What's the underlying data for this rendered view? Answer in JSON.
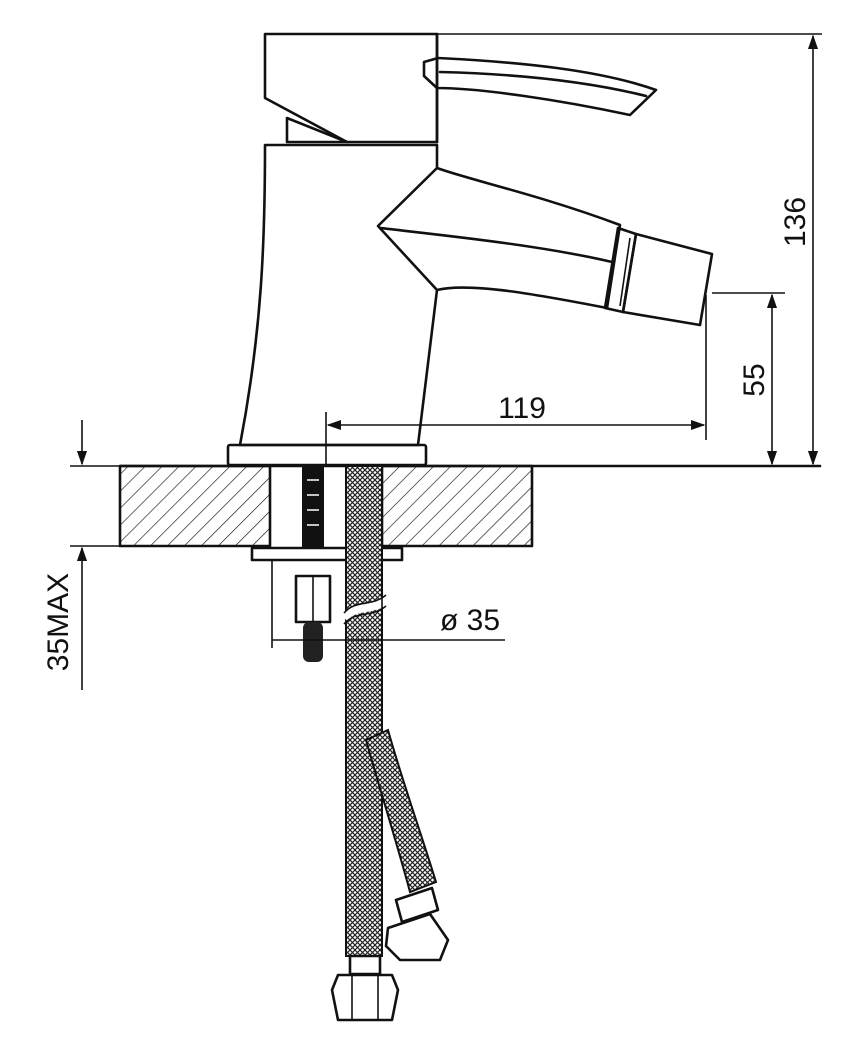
{
  "dimensions": {
    "total_height": "136",
    "spout_height": "55",
    "spout_reach": "119",
    "hole_diameter": "ø 35",
    "max_counter_thickness": "35MAX"
  }
}
